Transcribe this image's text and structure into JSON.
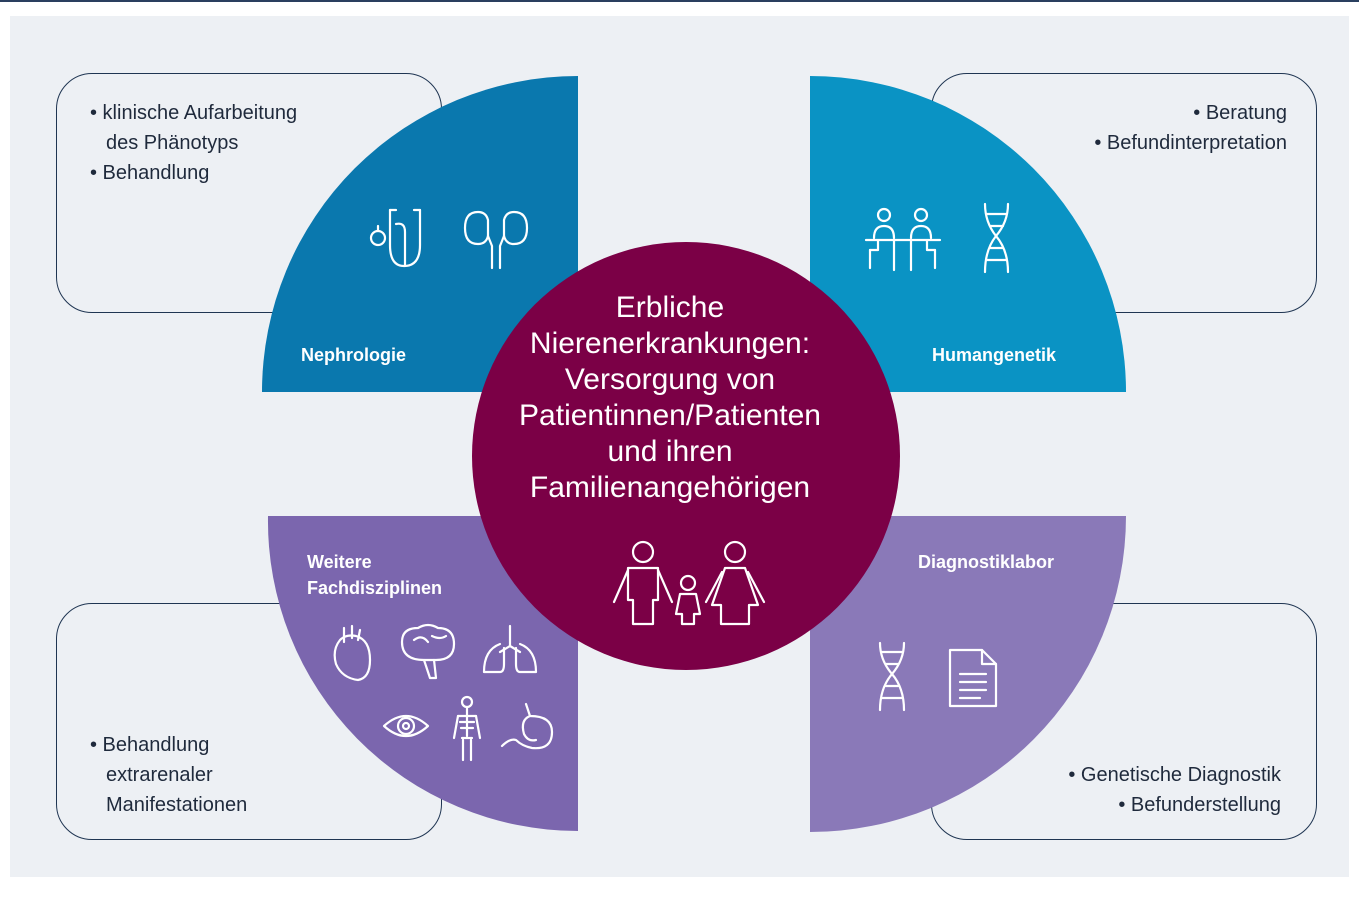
{
  "center": {
    "title_lines": [
      "Erbliche",
      "Nierenerkrankungen:",
      "Versorgung von",
      "Patientinnen/Patienten",
      "und ihren",
      "Familienangehörigen"
    ],
    "icon": "family-icon"
  },
  "quadrants": {
    "nephrologie": {
      "label": "Nephrologie",
      "items": [
        "• klinische Aufarbeitung",
        "des Phänotyps",
        "• Behandlung"
      ],
      "icons": [
        "stethoscope-icon",
        "kidney-icon"
      ]
    },
    "humangenetik": {
      "label": "Humangenetik",
      "items": [
        "• Beratung",
        "• Befundinterpretation"
      ],
      "icons": [
        "counseling-icon",
        "dna-icon"
      ]
    },
    "weitere": {
      "label_lines": [
        "Weitere",
        "Fachdisziplinen"
      ],
      "items": [
        "• Behandlung",
        "extrarenaler",
        "Manifestationen"
      ],
      "icons": [
        "heart-icon",
        "brain-icon",
        "lungs-icon",
        "eye-icon",
        "skeleton-icon",
        "stomach-icon"
      ]
    },
    "diagnostiklabor": {
      "label": "Diagnostiklabor",
      "items": [
        "• Genetische Diagnostik",
        "• Befunderstellung"
      ],
      "icons": [
        "dna-icon",
        "document-icon"
      ]
    }
  },
  "colors": {
    "nephrologie": "#0a78ae",
    "humangenetik": "#0a93c4",
    "weitere": "#7b66ae",
    "diagnostiklabor": "#8a79b8",
    "center": "#7b0046",
    "background": "#edf0f4",
    "box_border": "#1f3552"
  }
}
